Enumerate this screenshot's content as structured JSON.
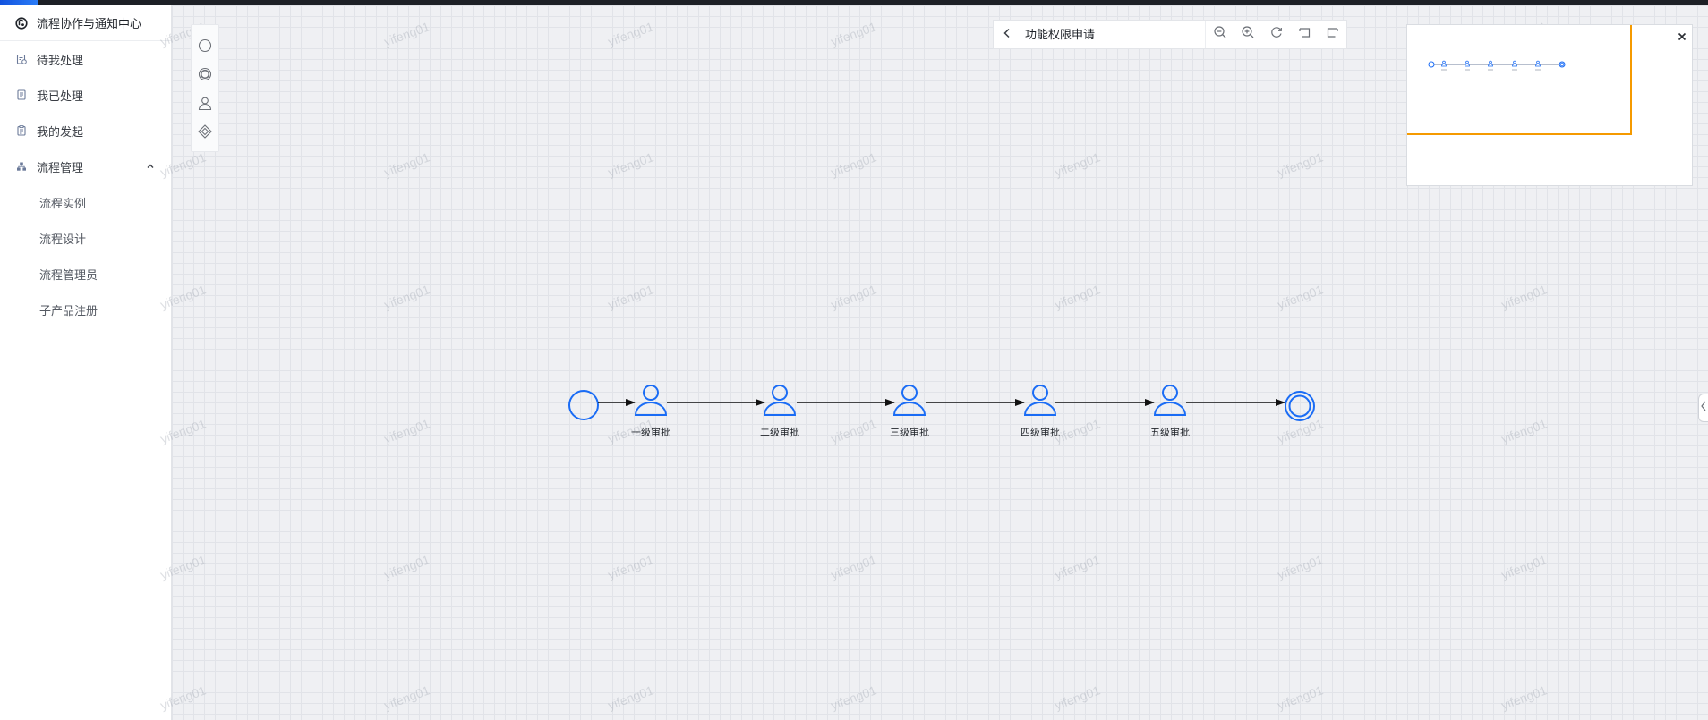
{
  "app": {
    "title": "流程协作与通知中心",
    "logo_icon": "process-center-logo-icon"
  },
  "theme": {
    "accent": "#1a6cf5",
    "viewport_outline": "#f59a00",
    "topbar": "#1d2026"
  },
  "sidebar": {
    "items": [
      {
        "label": "待我处理",
        "icon": "pending-task-icon"
      },
      {
        "label": "我已处理",
        "icon": "processed-document-icon"
      },
      {
        "label": "我的发起",
        "icon": "initiated-list-icon"
      },
      {
        "label": "流程管理",
        "icon": "org-chart-icon",
        "expanded": true,
        "children": [
          {
            "label": "流程实例"
          },
          {
            "label": "流程设计"
          },
          {
            "label": "流程管理员"
          },
          {
            "label": "子产品注册"
          }
        ]
      }
    ]
  },
  "palette": {
    "tools": [
      {
        "icon": "start-event-icon"
      },
      {
        "icon": "end-event-icon"
      },
      {
        "icon": "user-task-icon"
      },
      {
        "icon": "gateway-icon"
      }
    ]
  },
  "toolbar": {
    "back_icon": "chevron-left-icon",
    "title": "功能权限申请",
    "buttons": [
      {
        "icon": "zoom-out-icon"
      },
      {
        "icon": "zoom-in-icon"
      },
      {
        "icon": "reset-icon"
      },
      {
        "icon": "undo-icon"
      },
      {
        "icon": "redo-icon"
      }
    ]
  },
  "diagram": {
    "nodes": [
      {
        "type": "startEvent"
      },
      {
        "type": "userTask",
        "label": "一级审批"
      },
      {
        "type": "userTask",
        "label": "二级审批"
      },
      {
        "type": "userTask",
        "label": "三级审批"
      },
      {
        "type": "userTask",
        "label": "四级审批"
      },
      {
        "type": "userTask",
        "label": "五级审批"
      },
      {
        "type": "endEvent"
      }
    ]
  },
  "minimap": {
    "close_icon": "close-icon"
  },
  "watermark": "yifeng01"
}
